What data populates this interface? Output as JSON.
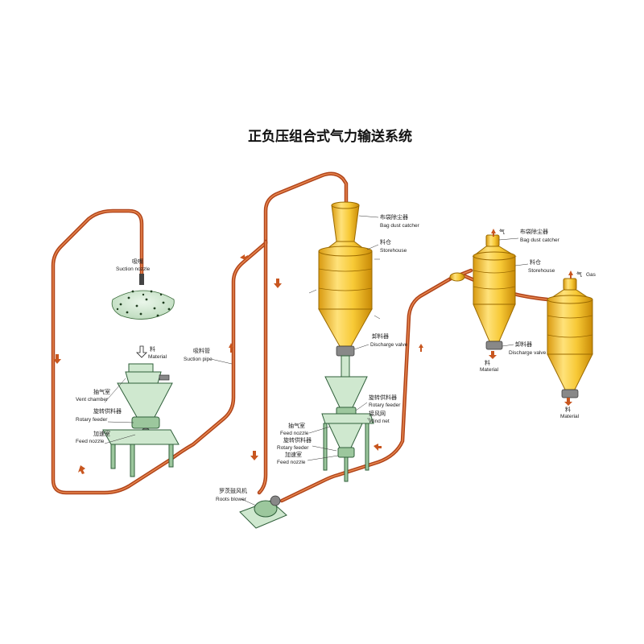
{
  "title": "正负压组合式气力输送系统",
  "labels": {
    "suction_nozzle": {
      "zh": "吸嘴",
      "en": "Suction nozzle"
    },
    "material_in": {
      "zh": "料",
      "en": "Material"
    },
    "vent_chamber_left": {
      "zh": "抽气室",
      "en": "Vent chamber"
    },
    "rotary_feeder_left": {
      "zh": "旋转供料器",
      "en": "Rotary feeder"
    },
    "feed_nozzle_left": {
      "zh": "加速室",
      "en": "Feed nozzle"
    },
    "suction_pipe": {
      "zh": "吸料管",
      "en": "Suction pipe"
    },
    "bag_dust_catcher_center": {
      "zh": "布袋除尘器",
      "en": "Bag dust catcher"
    },
    "storehouse_center": {
      "zh": "料仓",
      "en": "Storehouse"
    },
    "discharge_valve_center": {
      "zh": "卸料器",
      "en": "Discharge valve"
    },
    "rotary_feeder_center": {
      "zh": "旋转供料器",
      "en": "Rotary feeder"
    },
    "wind_net": {
      "zh": "接风网",
      "en": "Wind net"
    },
    "vent_chamber_center": {
      "zh": "抽气室",
      "en": "Feed nozzle"
    },
    "rotary_feeder_center2": {
      "zh": "旋转供料器",
      "en": "Rotary feeder"
    },
    "feed_nozzle_center": {
      "zh": "加速室",
      "en": "Feed nozzle"
    },
    "roots_blower": {
      "zh": "罗茨鼓风机",
      "en": "Roots blower"
    },
    "gas_right1": {
      "zh": "气",
      "en": ""
    },
    "bag_dust_catcher_right": {
      "zh": "布袋除尘器",
      "en": "Bag dust catcher"
    },
    "storehouse_right": {
      "zh": "料仓",
      "en": "Storehouse"
    },
    "gas_right2": {
      "zh": "气",
      "en": "Gas"
    },
    "discharge_valve_right": {
      "zh": "卸料器",
      "en": "Discharge valve"
    },
    "material_out1": {
      "zh": "料",
      "en": "Material"
    },
    "material_out2": {
      "zh": "料",
      "en": "Material"
    }
  },
  "colors": {
    "pipe": "#b0441a",
    "silo_gold": "#f2c231",
    "equipment_green": "#cfe8cf"
  }
}
